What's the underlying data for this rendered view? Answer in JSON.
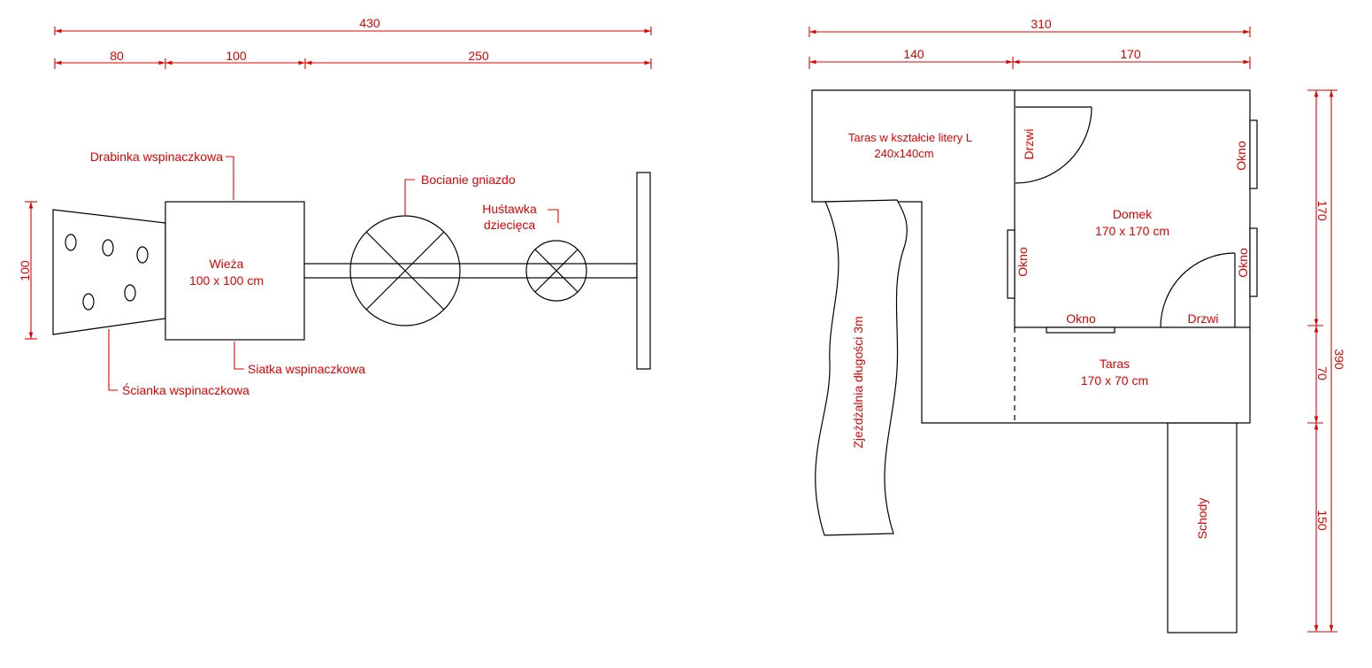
{
  "left_plan": {
    "dims": {
      "total": "430",
      "seg1": "80",
      "seg2": "100",
      "seg3": "250",
      "height": "100"
    },
    "labels": {
      "climbing_ladder": "Drabinka wspinaczkowa",
      "stork_nest": "Bocianie gniazdo",
      "swing_line1": "Huśtawka",
      "swing_line2": "dziecięca",
      "tower_line1": "Wieża",
      "tower_line2": "100 x 100 cm",
      "climbing_net": "Siatka wspinaczkowa",
      "climbing_wall": "Ścianka wspinaczkowa"
    }
  },
  "right_plan": {
    "dims": {
      "total": "310",
      "seg1": "140",
      "seg2": "170",
      "height_total": "390",
      "h1": "170",
      "h2": "70",
      "h3": "150"
    },
    "labels": {
      "terrace_l_line1": "Taras w kształcie litery L",
      "terrace_l_line2": "240x140cm",
      "door_top": "Drzwi",
      "window_right_top": "Okno",
      "house_line1": "Domek",
      "house_line2": "170 x 170 cm",
      "window_left": "Okno",
      "window_right_bottom": "Okno",
      "window_bottom": "Okno",
      "door_bottom": "Drzwi",
      "slide": "Zjeżdżalnia długości 3m",
      "terrace_line1": "Taras",
      "terrace_line2": "170 x 70 cm",
      "stairs": "Schody"
    }
  },
  "colors": {
    "dimension": "#e30000",
    "outline": "#000000"
  }
}
